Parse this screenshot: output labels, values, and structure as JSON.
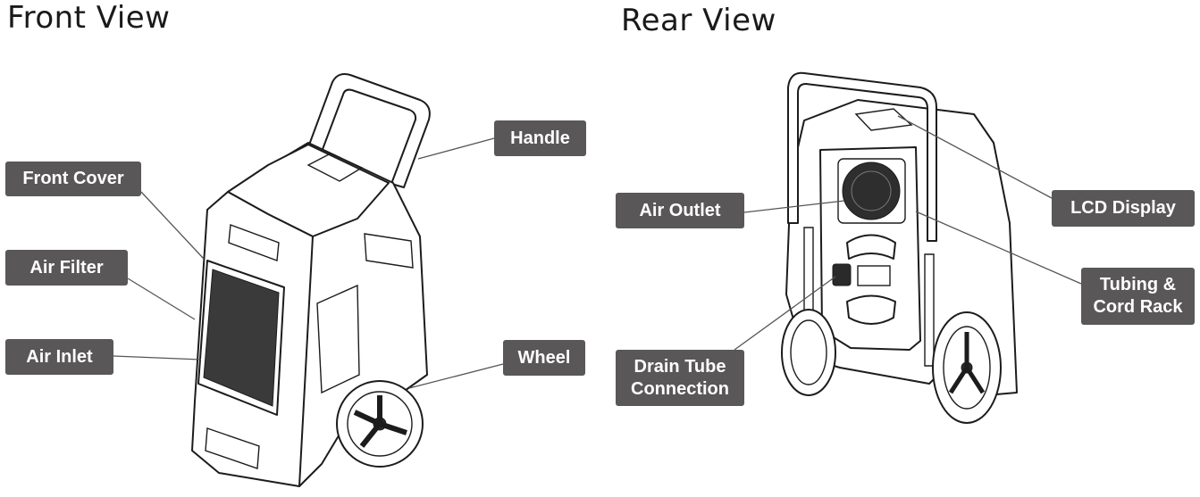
{
  "views": {
    "front_title": "Front View",
    "rear_title": "Rear View"
  },
  "labels": {
    "handle": "Handle",
    "front_cover": "Front Cover",
    "air_filter": "Air Filter",
    "air_inlet": "Air Inlet",
    "wheel": "Wheel",
    "air_outlet": "Air Outlet",
    "lcd_display": "LCD Display",
    "tubing_cord_rack_line1": "Tubing &",
    "tubing_cord_rack_line2": "Cord Rack",
    "drain_tube_line1": "Drain Tube",
    "drain_tube_line2": "Connection"
  },
  "colors": {
    "label_bg": "#595757",
    "label_text": "#ffffff",
    "outline": "#1c1c1c"
  }
}
